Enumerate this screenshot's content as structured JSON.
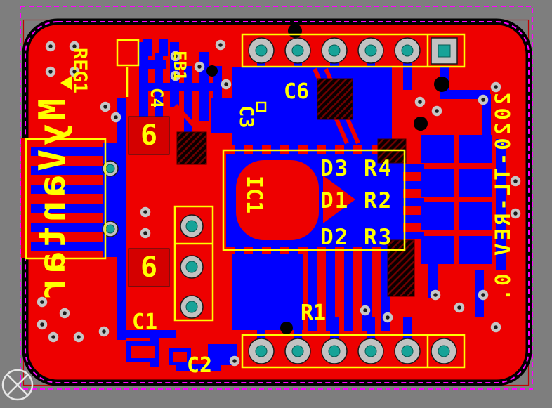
{
  "view": {
    "type": "pcb-layout-bottom-view",
    "colors": {
      "canvas": "#7e7e7e",
      "copper_top": "#ee0000",
      "copper_bottom": "#0000ff",
      "silkscreen": "#ffff00",
      "board_outline_dash": "#ff00ff",
      "board_edge": "#000000",
      "pad_hole": "#17a398",
      "pad_ring": "#c2c2c2",
      "drill": "#000000"
    }
  },
  "silkscreen": {
    "reg1": "REG1",
    "brand": "MyVantar",
    "eb1": "EB1",
    "c4": "C4",
    "c6": "C6",
    "c3": "C3",
    "ic1": "IC1",
    "diode_row_1": "D3 R4",
    "diode_row_2": "D1 R2",
    "diode_row_3": "D2 R3",
    "c1": "C1",
    "c2": "C2",
    "r1": "R1",
    "rev": "2020-TL-REV 0.",
    "comp_marking_a": "6",
    "comp_marking_b": "6"
  }
}
